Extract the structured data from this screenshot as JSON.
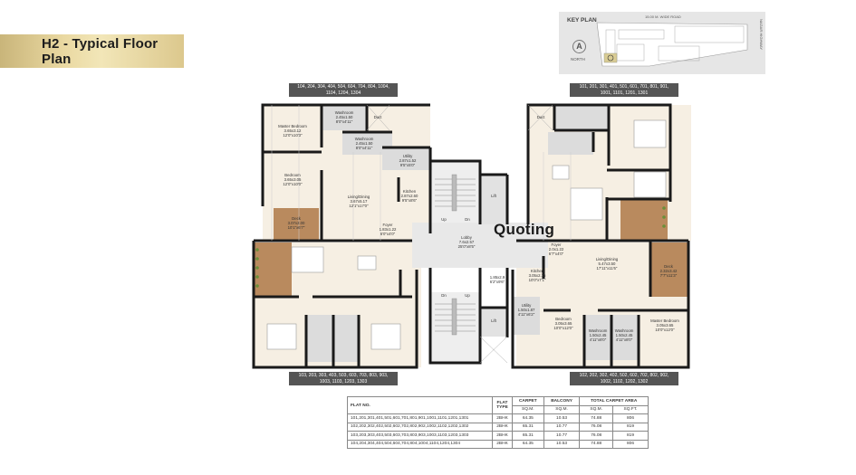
{
  "header": {
    "title": "H2 - Typical Floor Plan",
    "banner_color": "#e6d49c"
  },
  "key_plan": {
    "title": "KEY PLAN",
    "road_label": "15.00 M. WIDE ROAD",
    "highway_label": "NAGAR HIGHWAY",
    "north_symbol": "A",
    "north_label": "NORTH"
  },
  "unit_tags": {
    "top_left": "104, 204, 304, 404, 504, 604, 704, 804, 1004, 1104, 1204, 1304",
    "top_right": "101, 201, 301, 401, 501, 601, 701, 801, 901, 1001, 1101, 1201, 1301",
    "bottom_left": "103, 203, 303, 403, 503, 603, 703, 803, 903, 1003, 1103, 1203, 1303",
    "bottom_right": "102, 202, 302, 402, 502, 602, 702, 802, 902, 1002, 1102, 1202, 1302"
  },
  "rooms": {
    "master_bedroom_tl": {
      "name": "Master Bedroom",
      "metric": "3.65x3.12",
      "imperial": "12'0\"x10'3\""
    },
    "washroom_tl_1": {
      "name": "Washroom",
      "metric": "2.45x1.50",
      "imperial": "8'0\"x4'11\""
    },
    "duct_tl": {
      "name": "Duct"
    },
    "washroom_tl_2": {
      "name": "Washroom",
      "metric": "2.45x1.50",
      "imperial": "8'0\"x4'11\""
    },
    "utility_tl": {
      "name": "Utility",
      "metric": "2.87x1.52",
      "imperial": "9'5\"x5'0\""
    },
    "bedroom_tl": {
      "name": "Bedroom",
      "metric": "3.65x3.05",
      "imperial": "12'0\"x10'0\""
    },
    "living_tl": {
      "name": "Living/Dining",
      "metric": "3.67x5.17",
      "imperial": "12'1\"x17'0\""
    },
    "kitchen_tl": {
      "name": "Kitchen",
      "metric": "2.87x2.60",
      "imperial": "9'5\"x8'6\""
    },
    "deck_tl": {
      "name": "Deck",
      "metric": "3.07x2.00",
      "imperial": "10'1\"x6'7\""
    },
    "foyer_tl": {
      "name": "Foyer",
      "metric": "1.83x1.22",
      "imperial": "6'0\"x4'0\""
    },
    "lobby": {
      "name": "Lobby",
      "metric": "7.6x2.57",
      "imperial": "25'0\"x8'5\""
    },
    "lift_top": {
      "name": "Lift"
    },
    "lift_bottom": {
      "name": "Lift"
    },
    "lobby_small": {
      "metric": "1.85x2.9",
      "imperial": "6'2\"x9'6\""
    },
    "stair_up_top": "Up",
    "stair_dn_top": "Dn",
    "stair_dn_bottom": "Dn",
    "stair_up_bottom": "Up",
    "duct_tr": {
      "name": "Duct"
    },
    "foyer_r": {
      "name": "Foyer",
      "metric": "2.0x1.22",
      "imperial": "6'7\"x4'0\""
    },
    "living_r": {
      "name": "Living/Dining",
      "metric": "5.47x3.50",
      "imperial": "17'11\"x11'6\""
    },
    "deck_r": {
      "name": "Deck",
      "metric": "2.32x3.42",
      "imperial": "7'7\"x11'3\""
    },
    "kitchen_r": {
      "name": "Kitchen",
      "metric": "3.05x2.15",
      "imperial": "10'0\"x7'1\""
    },
    "utility_r": {
      "name": "Utility",
      "metric": "1.50x1.87",
      "imperial": "4'11\"x6'2\""
    },
    "bedroom_br": {
      "name": "Bedroom",
      "metric": "3.05x3.65",
      "imperial": "10'0\"x12'0\""
    },
    "washroom_br_1": {
      "name": "Washroom",
      "metric": "1.50x2.45",
      "imperial": "4'11\"x8'0\""
    },
    "washroom_br_2": {
      "name": "Washroom",
      "metric": "1.50x2.45",
      "imperial": "4'11\"x8'0\""
    },
    "master_bedroom_br": {
      "name": "Master Bedroom",
      "metric": "3.05x3.65",
      "imperial": "10'0\"x12'0\""
    }
  },
  "watermark": "Quoting",
  "area_table": {
    "headers": {
      "flat_no": "FLAT NO.",
      "flat_type": "FLAT TYPE",
      "carpet": "CARPET",
      "balcony": "BALCONY",
      "total": "TOTAL CARPET AREA",
      "sqm": "SQ.M.",
      "sqft": "SQ.FT."
    },
    "rows": [
      {
        "flat_no": "101,201,301,401,501,601,701,801,901,1001,1101,1201,1301",
        "type": "2BHK",
        "carpet": "64.35",
        "balcony": "10.53",
        "total_sqm": "74.88",
        "total_sqft": "806"
      },
      {
        "flat_no": "102,202,302,402,502,602,702,802,902,1002,1102,1202,1302",
        "type": "2BHK",
        "carpet": "65.31",
        "balcony": "10.77",
        "total_sqm": "76.08",
        "total_sqft": "819"
      },
      {
        "flat_no": "103,203,303,403,503,603,703,803,903,1003,1103,1203,1303",
        "type": "2BHK",
        "carpet": "65.31",
        "balcony": "10.77",
        "total_sqm": "76.08",
        "total_sqft": "819"
      },
      {
        "flat_no": "104,204,304,404,504,604,704,804,1004,1104,1204,1304",
        "type": "2BHK",
        "carpet": "64.35",
        "balcony": "10.53",
        "total_sqm": "74.88",
        "total_sqft": "806"
      }
    ]
  },
  "colors": {
    "floor": "#f6efe3",
    "wet": "#dcdcdc",
    "deck": "#b98a5e",
    "wall": "#1a1a1a",
    "tag_bg": "#555555"
  }
}
